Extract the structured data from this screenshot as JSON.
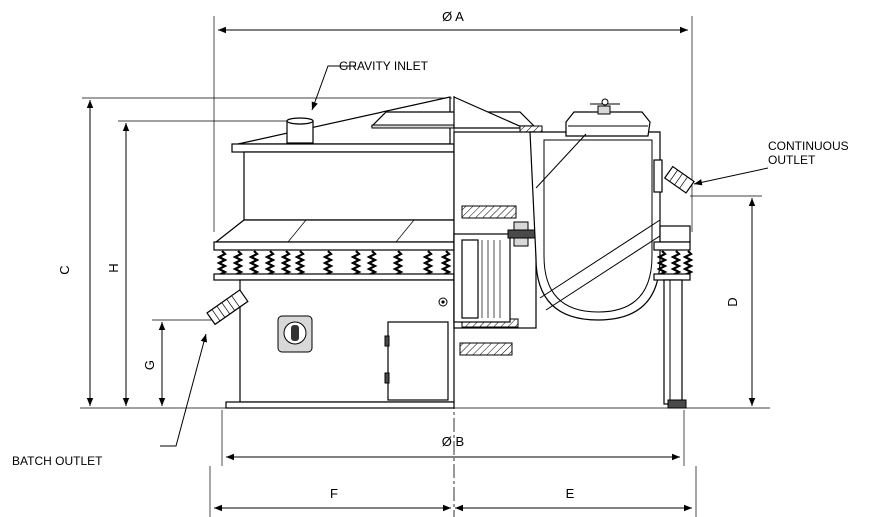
{
  "dimensions": {
    "dia_a": "Ø A",
    "dia_b": "Ø B",
    "c": "C",
    "h": "H",
    "g": "G",
    "d": "D",
    "e": "E",
    "f": "F"
  },
  "callouts": {
    "gravity_inlet": "GRAVITY INLET",
    "continuous_outlet_line1": "CONTINUOUS",
    "continuous_outlet_line2": "OUTLET",
    "batch_outlet": "BATCH OUTLET"
  }
}
